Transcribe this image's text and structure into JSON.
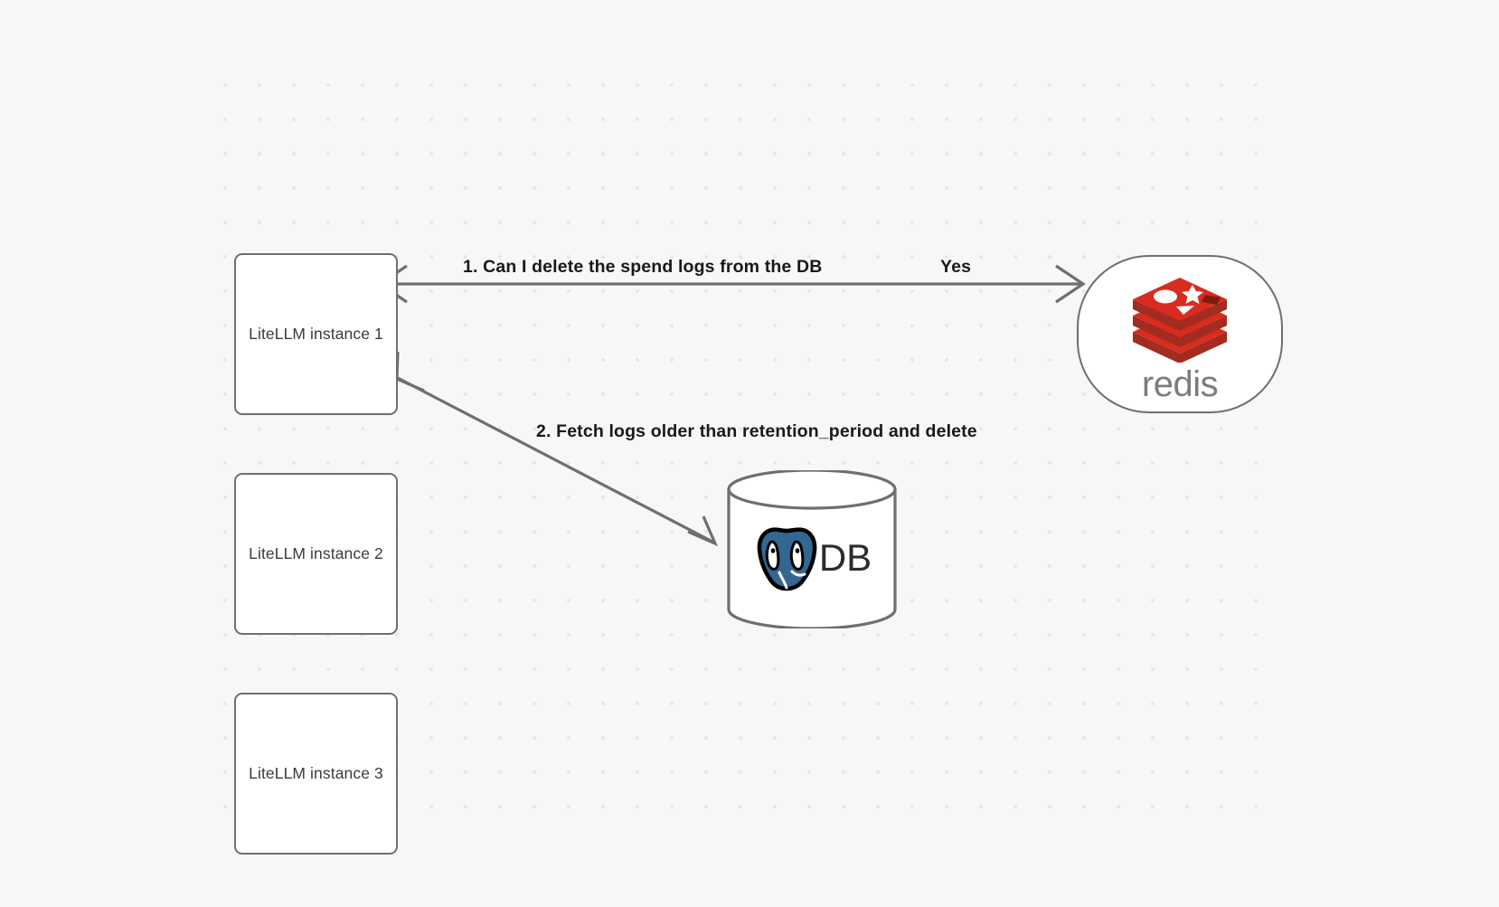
{
  "canvas": {
    "background_color": "#f7f7f7",
    "grid": "dot-grid",
    "grid_dot_color": "#e6e7e8"
  },
  "nodes": [
    {
      "id": "litellm-1",
      "label": "LiteLLM instance 1",
      "shape": "rounded-rect"
    },
    {
      "id": "litellm-2",
      "label": "LiteLLM instance 2",
      "shape": "rounded-rect"
    },
    {
      "id": "litellm-3",
      "label": "LiteLLM instance 3",
      "shape": "rounded-rect"
    },
    {
      "id": "redis",
      "label": "redis",
      "shape": "stadium",
      "logo": "redis-logo",
      "brand_color": "#d82c20",
      "wordmark_color": "#7c7c7c"
    },
    {
      "id": "database",
      "label": "DB",
      "shape": "cylinder",
      "logo": "postgresql-elephant-icon",
      "brand_color": "#336791"
    }
  ],
  "edges": [
    {
      "id": "edge-1",
      "from": "litellm-1",
      "to": "redis",
      "label": "1.  Can I delete the spend logs from the DB",
      "reply_label": "Yes",
      "arrow": "double"
    },
    {
      "id": "edge-2",
      "from": "database",
      "to": "litellm-1",
      "label": "2.  Fetch logs older than retention_period and delete",
      "arrow": "double"
    }
  ],
  "stroke_color": "#6f6f6f",
  "label_color": "#191919"
}
